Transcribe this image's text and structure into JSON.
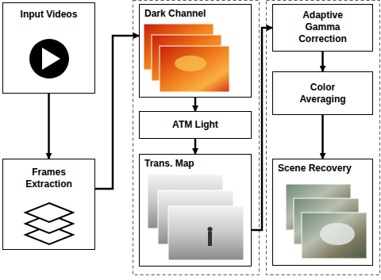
{
  "diagram": {
    "nodes": [
      {
        "text": [
          "Input Videos"
        ]
      },
      {
        "text": [
          "Frames Extraction"
        ]
      },
      {
        "text": [
          "Dark Channel"
        ]
      },
      {
        "text": [
          "ATM Light"
        ]
      },
      {
        "text": [
          "Trans. Map"
        ]
      },
      {
        "text": [
          "Adaptive Gamma Correction"
        ]
      },
      {
        "text": [
          "Color Averaging"
        ]
      },
      {
        "text": [
          "Scene Recovery"
        ]
      }
    ],
    "edges": [
      {
        "from": 0,
        "to": 1,
        "arrow": "to"
      },
      {
        "from": 1,
        "to": 2,
        "arrow": "to"
      },
      {
        "from": 2,
        "to": 3,
        "arrow": "to"
      },
      {
        "from": 3,
        "to": 4,
        "arrow": "to"
      },
      {
        "from": 4,
        "to": 5,
        "arrow": "to"
      },
      {
        "from": 5,
        "to": 6,
        "arrow": "to"
      },
      {
        "from": 6,
        "to": 7,
        "arrow": "to"
      }
    ]
  }
}
